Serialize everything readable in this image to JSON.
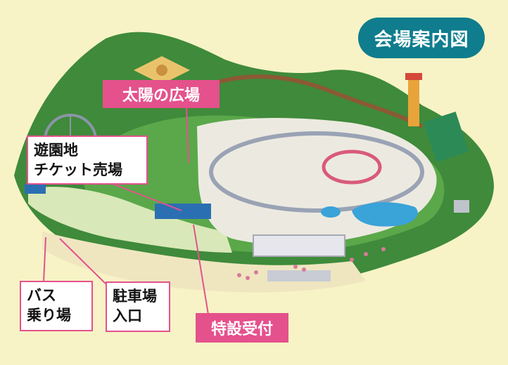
{
  "map": {
    "title": "会場案内図",
    "labels": {
      "plaza": "太陽の広場",
      "ticket_line1": "遊園地",
      "ticket_line2": "チケット売場",
      "bus_line1": "バス",
      "bus_line2": "乗り場",
      "parking_line1": "駐車場",
      "parking_line2": "入口",
      "reception": "特設受付"
    },
    "colors": {
      "background": "#f7f3c6",
      "forest": "#3f8a3b",
      "title_badge": "#0f7d8d",
      "label_accent": "#e4518c"
    }
  }
}
